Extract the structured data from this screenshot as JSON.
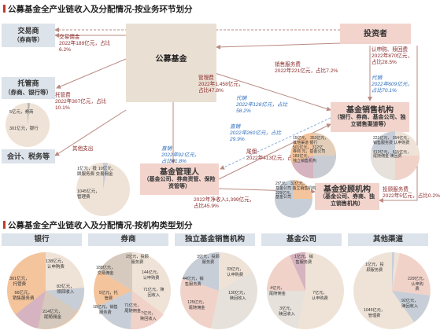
{
  "titles": {
    "top": "公募基金全产业链收入及分配情况-按业务环节划分",
    "bottom": "公募基金全产业链收入及分配情况-按机构类型划分"
  },
  "boxes": {
    "broker": "交易商",
    "broker_sub": "（券商等）",
    "custodian": "托管商",
    "custodian_sub": "（券商、银行等）",
    "accounting": "会计、税务等",
    "fund": "公募基金",
    "investor": "投资者",
    "sales": "基金销售机构",
    "sales_sub": "（银行、券商、基金公司、独立销售渠道等）",
    "manager": "基金管理人",
    "manager_sub": "（基金公司、券商资管、保险资管等）",
    "advisor": "基金投顾机构",
    "advisor_sub": "（基金公司、券商、独立销售机构）"
  },
  "notes": {
    "trading_fee": [
      "交易佣金",
      "2022年189亿元，占比",
      "6.2%"
    ],
    "custody_fee": [
      "托管费",
      "2022年307亿元，占比",
      "10.1%"
    ],
    "mgmt_fee": [
      "管理费",
      "2022年1,458亿元，",
      "占比47.8%"
    ],
    "sales_service": [
      "销售服务费",
      "2022年221亿元，占比7.2%"
    ],
    "sub_redeem": [
      "认申购、赎回费",
      "2022年870亿元，",
      "占比28.5%"
    ],
    "agent_sales": [
      "代销",
      "2022年609亿元，",
      "占比70.1%"
    ],
    "agent_tail": [
      "代销",
      "2022年128亿元，占比",
      "58.2%"
    ],
    "direct_tail": [
      "直销",
      "2022年92亿元，",
      "占比41.8%"
    ],
    "direct_sub": [
      "直销",
      "2022年260亿元，占比",
      "29.9%"
    ],
    "tail_fee": [
      "尾佣",
      "2022年413亿元，占比13.5%"
    ],
    "advisor_fee": [
      "投顾服务费",
      "2022年5亿元，占比0.2%"
    ],
    "net_income": [
      "2022年净收入1,399亿元，",
      "占比45.9%"
    ],
    "other_exp": "其他支出"
  },
  "pies_top": {
    "custody": [
      "5亿元，券商",
      "301亿元，银行"
    ],
    "manager": [
      "1亿元，投",
      "顾服务费",
      "10亿元，",
      "交易佣金",
      "1045亿元，",
      "管理费"
    ],
    "sales": [
      "15亿元，",
      "其他渠道",
      "353亿元，",
      "银行",
      "501亿元，",
      "券商",
      "312亿",
      "元，基",
      "金公司",
      "183亿元，",
      "独立销售机构"
    ],
    "sales_right": [
      "221亿元，",
      "销售服务费",
      "354亿元，",
      "认申购费",
      "413亿元，",
      "尾随佣金",
      "515亿元，",
      "赎回费"
    ],
    "advisor": [
      "2亿元，",
      "基金公司",
      "32亿元，",
      "独立销售机构",
      "229亿元，",
      "基金公司"
    ]
  },
  "sections": [
    "银行",
    "券商",
    "独立基金销售机构",
    "基金公司",
    "其他渠道"
  ],
  "pies_bottom": {
    "bank": [
      "138亿元，",
      "认申购费",
      "83亿元，",
      "赎回收入",
      "301亿元，",
      "托管费",
      "214亿元，",
      "尾随佣金",
      "66亿元，",
      "销售服务费"
    ],
    "securities": [
      "2亿元，投顾",
      "服务费",
      "189亿元，",
      "交易佣金",
      "144亿元，",
      "认申购费",
      "5亿元，托",
      "管费",
      "18亿元，销售",
      "服务费",
      "71亿元，",
      "尾随佣金",
      "71亿元，赎",
      "回收入",
      "7亿元，",
      "赎回收入"
    ],
    "independent": [
      "3亿元，投顾",
      "服务费",
      "33亿元，",
      "认申购费",
      "44亿元，销",
      "售服务费",
      "130亿元，",
      "赎回收入",
      "125亿元，",
      "尾随佣金"
    ],
    "fund_co": [
      "1亿元，销",
      "售服务费",
      "4亿元，",
      "尾随佣金",
      "3亿元，",
      "赎回收入",
      "7亿元，",
      "认申购费"
    ],
    "other": [
      "1亿元，投",
      "顾服务费",
      "229亿元，",
      "认申购",
      "费",
      "92亿元，",
      "赎回收入",
      "1045亿元，",
      "管理费"
    ]
  },
  "colors": {
    "box": "#f2d4cd",
    "gray": "#dde3ea",
    "center": "#eadfd3",
    "line": "#b98a82",
    "red_text": "#8b2a2a",
    "blue_text": "#2f6fbf"
  }
}
